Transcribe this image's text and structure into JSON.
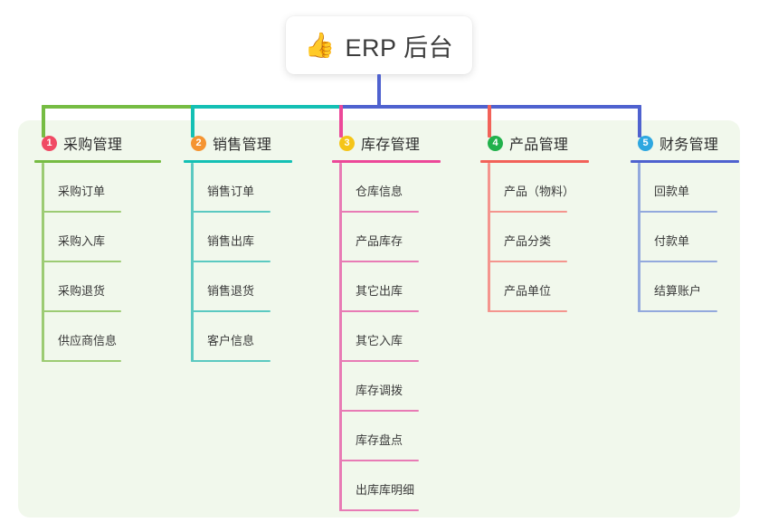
{
  "root": {
    "icon": "thumbs-up-emoji",
    "icon_glyph": "👍",
    "title": "ERP 后台"
  },
  "palette": {
    "panel_bg": "#eff7e9",
    "page_bg": "#ffffff",
    "green": "#76bc43",
    "teal": "#14c0b4",
    "pink": "#ec4899",
    "salmon": "#f26259",
    "blue": "#4f62cf",
    "leaf_green": "#9ccb73",
    "leaf_teal": "#5bc9c1",
    "leaf_pink": "#e87bb5",
    "leaf_salmon": "#f4958e",
    "leaf_blue": "#93a9dd",
    "badge1": "#f04a64",
    "badge2": "#f59432",
    "badge3": "#f5c518",
    "badge4": "#22b14c",
    "badge5": "#2ea7e0"
  },
  "columns": [
    {
      "index": "1",
      "badge_color": "#f04a64",
      "rule_color": "#76bc43",
      "line_color": "#9ccb73",
      "stub_color": "#76bc43",
      "title": "采购管理",
      "title_width": 140,
      "items": [
        {
          "label": "采购订单"
        },
        {
          "label": "采购入库"
        },
        {
          "label": "采购退货"
        },
        {
          "label": "供应商信息"
        }
      ]
    },
    {
      "index": "2",
      "badge_color": "#f59432",
      "rule_color": "#14c0b4",
      "line_color": "#5bc9c1",
      "stub_color": "#14c0b4",
      "title": "销售管理",
      "title_width": 120,
      "items": [
        {
          "label": "销售订单"
        },
        {
          "label": "销售出库"
        },
        {
          "label": "销售退货"
        },
        {
          "label": "客户信息"
        }
      ]
    },
    {
      "index": "3",
      "badge_color": "#f5c518",
      "rule_color": "#ec4899",
      "line_color": "#e87bb5",
      "stub_color": "#ec4899",
      "title": "库存管理",
      "title_width": 120,
      "items": [
        {
          "label": "仓库信息"
        },
        {
          "label": "产品库存"
        },
        {
          "label": "其它出库"
        },
        {
          "label": "其它入库"
        },
        {
          "label": "库存调拨"
        },
        {
          "label": "库存盘点"
        },
        {
          "label": "出库库明细"
        }
      ]
    },
    {
      "index": "4",
      "badge_color": "#22b14c",
      "rule_color": "#f26259",
      "line_color": "#f4958e",
      "stub_color": "#f26259",
      "title": "产品管理",
      "title_width": 120,
      "items": [
        {
          "label": "产品（物料）"
        },
        {
          "label": "产品分类"
        },
        {
          "label": "产品单位"
        }
      ]
    },
    {
      "index": "5",
      "badge_color": "#2ea7e0",
      "rule_color": "#4f62cf",
      "line_color": "#93a9dd",
      "stub_color": "#4f62cf",
      "title": "财务管理",
      "title_width": 120,
      "items": [
        {
          "label": "回款单"
        },
        {
          "label": "付款单"
        },
        {
          "label": "结算账户"
        }
      ]
    }
  ]
}
